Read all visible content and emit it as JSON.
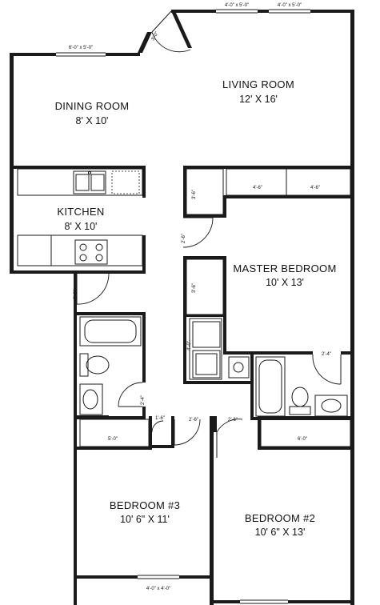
{
  "rooms": {
    "living": {
      "name": "LIVING ROOM",
      "dims": "12' X 16'"
    },
    "dining": {
      "name": "DINING ROOM",
      "dims": "8' X 10'"
    },
    "kitchen": {
      "name": "KITCHEN",
      "dims": "8' X 10'"
    },
    "master": {
      "name": "MASTER BEDROOM",
      "dims": "10' X 13'"
    },
    "bed3": {
      "name": "BEDROOM #3",
      "dims": "10' 6\" X 11'"
    },
    "bed2": {
      "name": "BEDROOM #2",
      "dims": "10' 6\" X 13'"
    }
  },
  "windows": {
    "living_top_left": "4'-0\" x 5'-0\"",
    "living_top_right": "4'-0\" x 5'-0\"",
    "dining_top": "6'-0\" x 5'-0\"",
    "bed3_bottom": "4'-0\" x 4'-0\""
  },
  "doors": {
    "entry": "3'-0\"",
    "kitchen_side": "3'-0\"",
    "hall_to_living": "2'-6\"",
    "bath_hall": "2'-4\"",
    "linen": "1'-6\"",
    "bed3_door": "2'-6\"",
    "bed2_door": "2'-6\"",
    "master_bath": "2'-4\""
  },
  "closets": {
    "living_left": "3'-6\"",
    "living_mid": "4'-6\"",
    "living_right": "4'-6\"",
    "master_left": "3'-6\"",
    "laundry": "4'-0\"",
    "bed3_closet": "5'-0\"",
    "bed2_closet": "6'-0\""
  }
}
